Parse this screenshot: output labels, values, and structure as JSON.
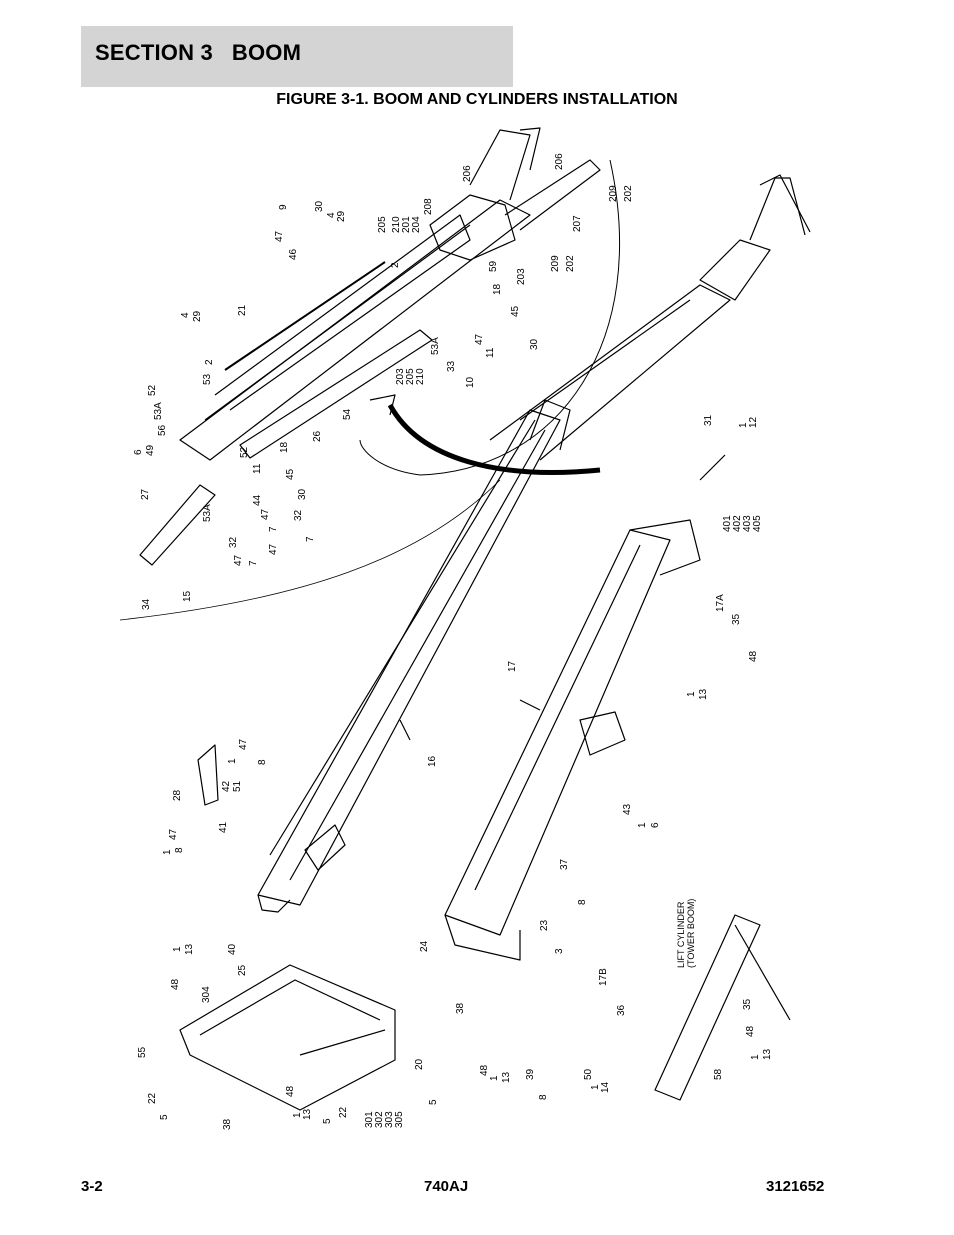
{
  "header": {
    "section_title": "SECTION 3   BOOM",
    "figure_title": "FIGURE 3-1. BOOM AND CYLINDERS INSTALLATION"
  },
  "diagram": {
    "callouts": [
      "206",
      "206",
      "209",
      "202",
      "207",
      "209",
      "202",
      "208",
      "204",
      "201",
      "210",
      "205",
      "2",
      "59",
      "18",
      "203",
      "30",
      "9",
      "4",
      "29",
      "47",
      "46",
      "21",
      "4",
      "29",
      "2",
      "53",
      "52",
      "53A",
      "56",
      "6",
      "49",
      "27",
      "53A",
      "52",
      "11",
      "44",
      "47",
      "45",
      "30",
      "32",
      "7",
      "7",
      "47",
      "32",
      "47",
      "7",
      "34",
      "15",
      "18",
      "26",
      "54",
      "53A",
      "33",
      "203",
      "205",
      "210",
      "10",
      "47",
      "11",
      "45",
      "30",
      "31",
      "1",
      "12",
      "401",
      "402",
      "403",
      "405",
      "17A",
      "35",
      "48",
      "1",
      "13",
      "17",
      "16",
      "28",
      "47",
      "1",
      "8",
      "42",
      "51",
      "41",
      "1",
      "47",
      "8",
      "43",
      "1",
      "6",
      "37",
      "8",
      "24",
      "23",
      "3",
      "17B",
      "38",
      "48",
      "1",
      "13",
      "39",
      "8",
      "36",
      "50",
      "1",
      "14",
      "40",
      "1",
      "13",
      "48",
      "304",
      "25",
      "55",
      "22",
      "5",
      "38",
      "48",
      "1",
      "13",
      "5",
      "22",
      "301",
      "302",
      "303",
      "305",
      "20",
      "5",
      "35",
      "48",
      "1",
      "13",
      "58"
    ],
    "lift_cylinder_label_line1": "LIFT CYLINDER",
    "lift_cylinder_label_line2": "(TOWER BOOM)"
  },
  "footer": {
    "page_number": "3-2",
    "model": "740AJ",
    "document_number": "3121652"
  }
}
